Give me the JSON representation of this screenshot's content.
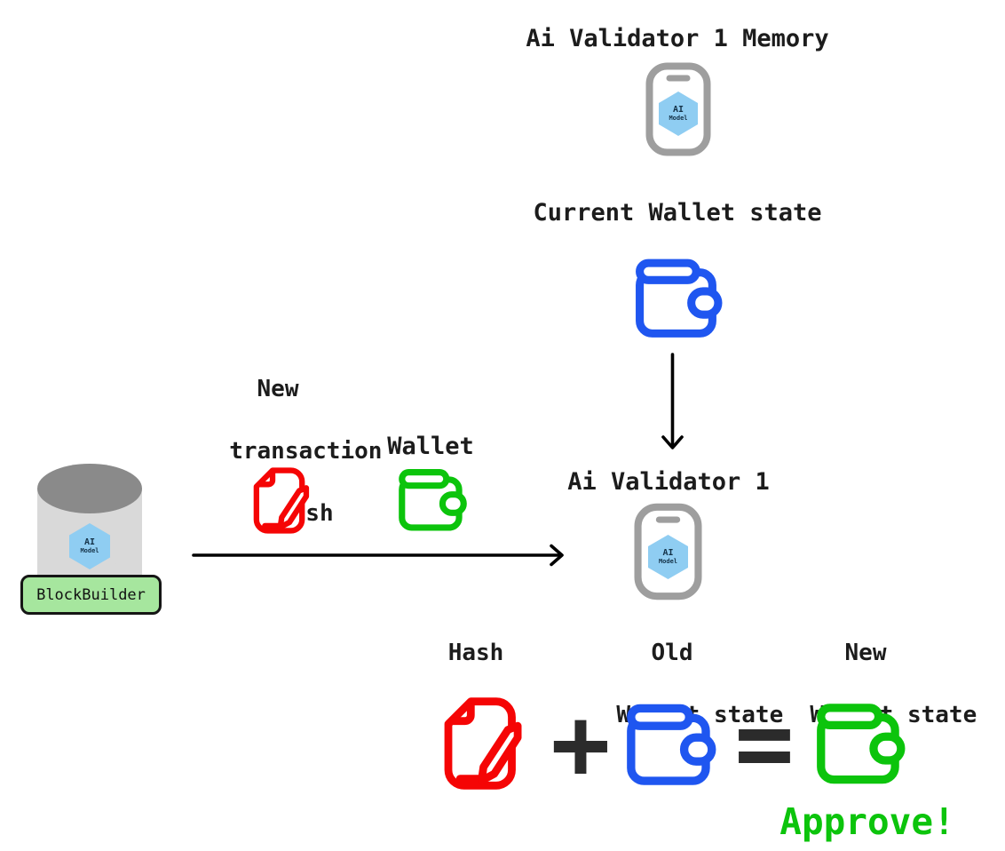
{
  "colors": {
    "red": "#f50505",
    "blue": "#1f56f0",
    "green": "#0cc40c",
    "gray": "#9e9e9e",
    "ink": "#000000",
    "operator": "#2b2b2b",
    "hexblue": "#8fcdf2",
    "cylbody": "#d9d9d9",
    "cyltop": "#8a8a8a",
    "labelgreen": "#a6e69e"
  },
  "top": {
    "memory_label": "Ai Validator 1 Memory",
    "wallet_state_label": "Current Wallet state"
  },
  "validator": {
    "label": "Ai Validator 1"
  },
  "ai_chip": {
    "line1": "AI",
    "line2": "Model"
  },
  "block_builder": {
    "label": "BlockBuilder"
  },
  "transaction": {
    "line1": "New",
    "line2": "transaction",
    "line3": "Hash"
  },
  "wallet": {
    "label": "Wallet"
  },
  "equation": {
    "hash_label": "Hash",
    "old_line1": "Old",
    "old_line2": "Wallet state",
    "new_line1": "New",
    "new_line2": "Wallet state",
    "plus": "+",
    "equals": "=",
    "approve": "Approve!"
  }
}
